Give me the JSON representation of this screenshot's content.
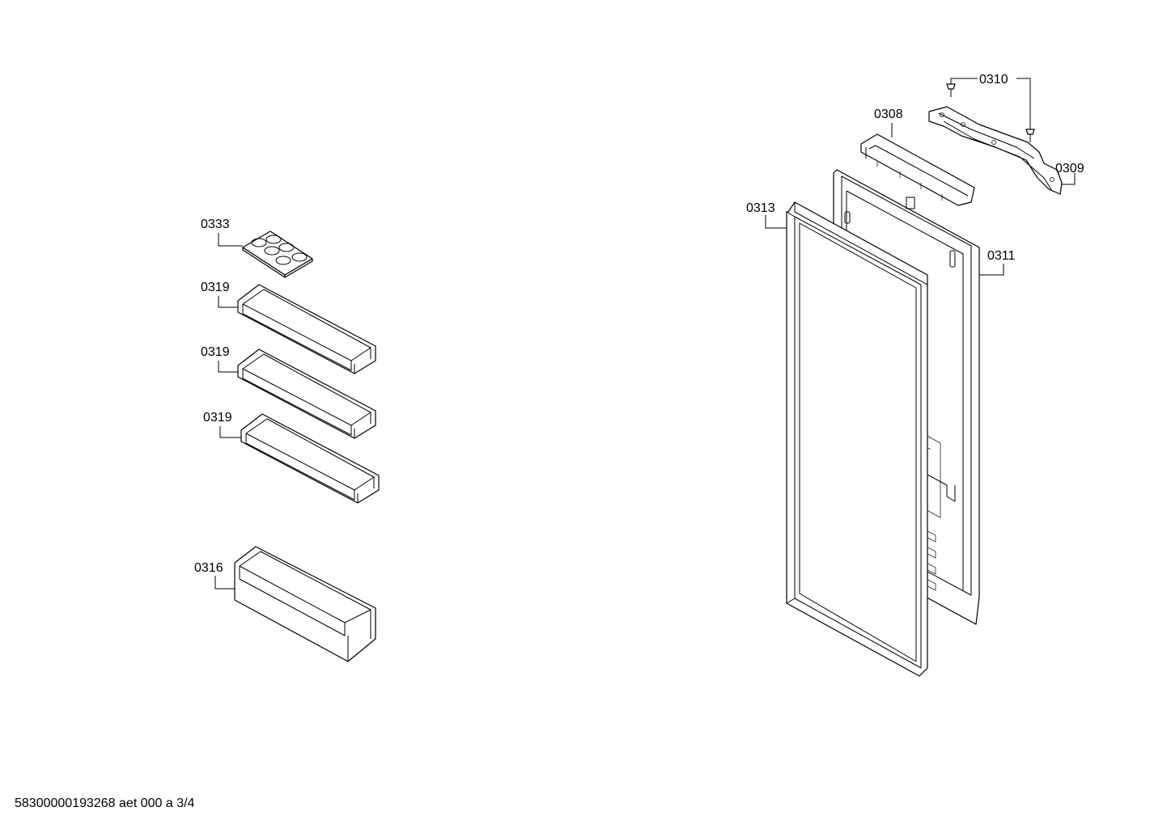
{
  "diagram": {
    "parts": [
      {
        "id": "0333",
        "label": "0333"
      },
      {
        "id": "0319a",
        "label": "0319"
      },
      {
        "id": "0319b",
        "label": "0319"
      },
      {
        "id": "0319c",
        "label": "0319"
      },
      {
        "id": "0316",
        "label": "0316"
      },
      {
        "id": "0313",
        "label": "0313"
      },
      {
        "id": "0308",
        "label": "0308"
      },
      {
        "id": "0310",
        "label": "0310"
      },
      {
        "id": "0309",
        "label": "0309"
      },
      {
        "id": "0311",
        "label": "0311"
      }
    ],
    "footer": "58300000193268 aet 000 a 3/4"
  }
}
